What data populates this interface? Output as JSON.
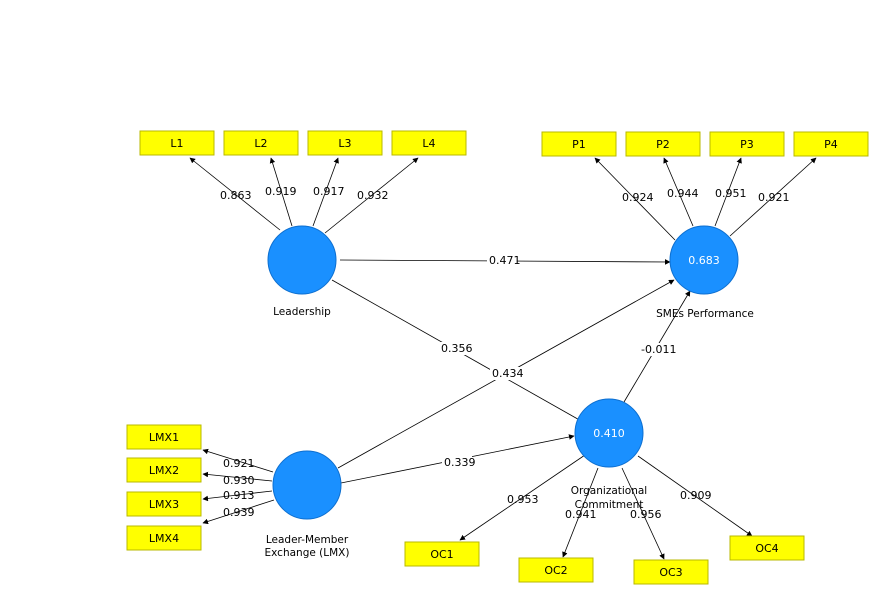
{
  "indicators": {
    "L1": "L1",
    "L2": "L2",
    "L3": "L3",
    "L4": "L4",
    "P1": "P1",
    "P2": "P2",
    "P3": "P3",
    "P4": "P4",
    "LMX1": "LMX1",
    "LMX2": "LMX2",
    "LMX3": "LMX3",
    "LMX4": "LMX4",
    "OC1": "OC1",
    "OC2": "OC2",
    "OC3": "OC3",
    "OC4": "OC4"
  },
  "latents": {
    "leadership": {
      "name": "Leadership",
      "value": ""
    },
    "performance": {
      "name": "SMEs Performance",
      "value": "0.683"
    },
    "lmx": {
      "name_line1": "Leader-Member",
      "name_line2": "Exchange (LMX)",
      "value": ""
    },
    "oc": {
      "name_line1": "Organizational",
      "name_line2": "Commitment",
      "value": "0.410"
    }
  },
  "loadings": {
    "L1": "0.863",
    "L2": "0.919",
    "L3": "0.917",
    "L4": "0.932",
    "P1": "0.924",
    "P2": "0.944",
    "P3": "0.951",
    "P4": "0.921",
    "LMX1": "0.921",
    "LMX2": "0.930",
    "LMX3": "0.913",
    "LMX4": "0.939",
    "OC1": "0.953",
    "OC2": "0.941",
    "OC3": "0.956",
    "OC4": "0.909"
  },
  "paths": {
    "leadership_performance": "0.471",
    "leadership_oc": "0.356",
    "lmx_performance": "0.434",
    "lmx_oc": "0.339",
    "oc_performance": "-0.011"
  },
  "colors": {
    "indicator_fill": "#ffff00",
    "latent_fill": "#1a90ff"
  }
}
